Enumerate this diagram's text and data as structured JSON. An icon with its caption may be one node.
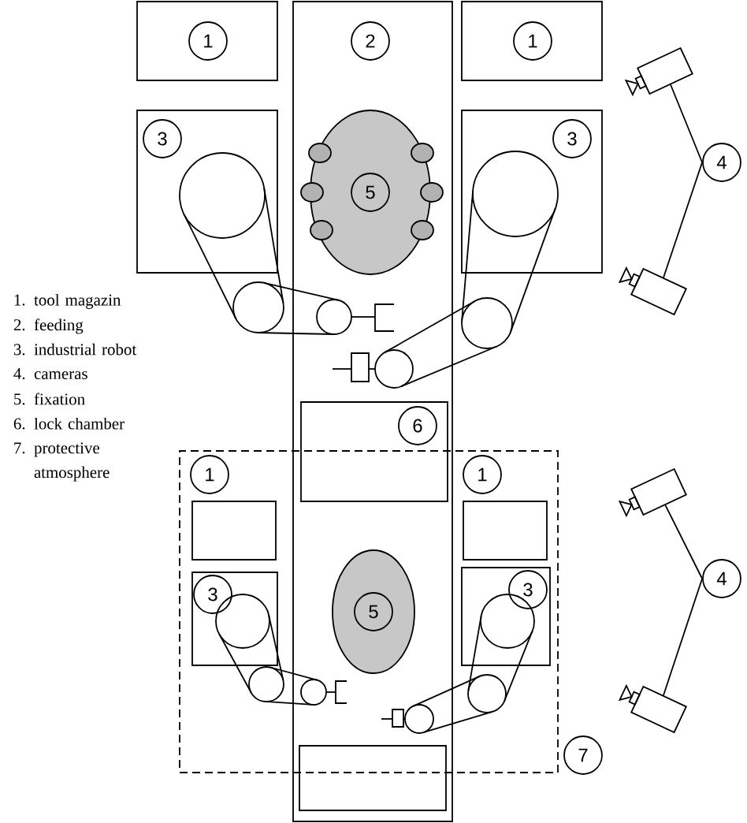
{
  "diagram": {
    "nodes": [
      {
        "text": [],
        "shape": "box"
      },
      {
        "text": [
          "1"
        ],
        "in": 0
      },
      {
        "text": [],
        "shape": "box"
      },
      {
        "text": [
          "2"
        ],
        "in": 2
      },
      {
        "text": [],
        "shape": "box"
      },
      {
        "text": [
          "1"
        ],
        "in": 4
      },
      {
        "text": [],
        "shape": "box"
      },
      {
        "text": [
          "3"
        ],
        "in": 6
      },
      {
        "text": [],
        "shape": "ellipse",
        "in": 2
      },
      {
        "text": [
          "5"
        ],
        "in": 8
      },
      {
        "text": [],
        "shape": "box"
      },
      {
        "text": [
          "3"
        ],
        "in": 10
      },
      {
        "text": [],
        "shape": "box",
        "in": 2
      },
      {
        "text": [
          "6"
        ],
        "in": 12
      },
      {
        "text": [],
        "shape": "box"
      },
      {
        "text": [
          "1"
        ],
        "in": 14
      },
      {
        "text": [],
        "shape": "box",
        "in": 14
      },
      {
        "text": [
          "1"
        ],
        "in": 14
      },
      {
        "text": [],
        "shape": "box",
        "in": 14
      },
      {
        "text": [],
        "shape": "box",
        "in": 14
      },
      {
        "text": [
          "3"
        ],
        "in": 19
      },
      {
        "text": [],
        "shape": "ellipse"
      },
      {
        "text": [
          "5"
        ],
        "in": 21
      },
      {
        "text": [],
        "shape": "box",
        "in": 14
      },
      {
        "text": [
          "3"
        ],
        "in": 23
      },
      {
        "text": [
          "7"
        ]
      },
      {
        "text": [],
        "shape": "box",
        "in": 2
      },
      {
        "text": [],
        "shape": "camera"
      },
      {
        "text": [],
        "shape": "camera"
      },
      {
        "text": [
          "4"
        ]
      },
      {
        "text": [],
        "shape": "camera"
      },
      {
        "text": [],
        "shape": "camera"
      },
      {
        "text": [
          "4"
        ]
      }
    ],
    "edges": [
      {
        "from": 29,
        "to": 27,
        "arrow": "none"
      },
      {
        "from": 29,
        "to": 28,
        "arrow": "none"
      },
      {
        "from": 32,
        "to": 30,
        "arrow": "none"
      },
      {
        "from": 32,
        "to": 31,
        "arrow": "none"
      }
    ],
    "labels": [
      "1. tool magazin",
      "2. feeding",
      "3. industrial robot",
      "4. cameras",
      "5. fixation",
      "6. lock chamber",
      "7. protective atmosphere"
    ]
  }
}
